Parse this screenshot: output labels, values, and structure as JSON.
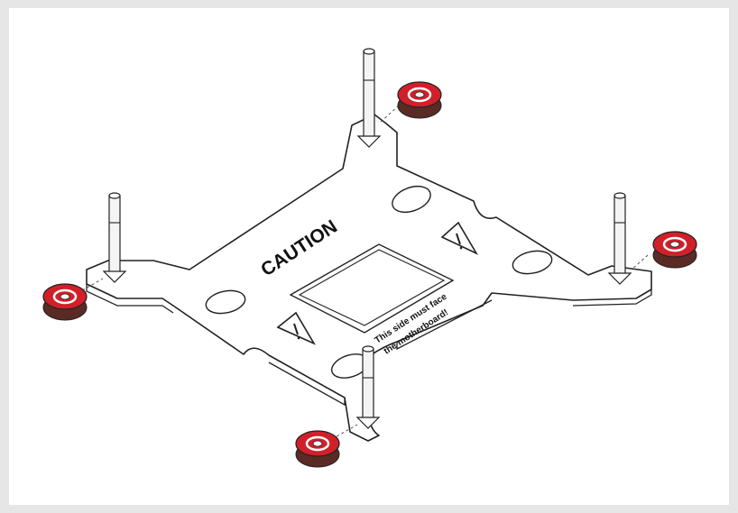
{
  "plate": {
    "caution_text": "CAUTION",
    "face_text_line1": "This side must face",
    "face_text_line2": "the motherboard!"
  },
  "colors": {
    "background": "#e6e6e6",
    "canvas": "#ffffff",
    "line": "#222222",
    "nut_red": "#d0202a",
    "nut_dark": "#5a2a24"
  },
  "icons": [
    "warning-triangle-icon",
    "warning-triangle-icon"
  ],
  "parts": {
    "standoff_count": 4,
    "thumb_nut_count": 4
  }
}
